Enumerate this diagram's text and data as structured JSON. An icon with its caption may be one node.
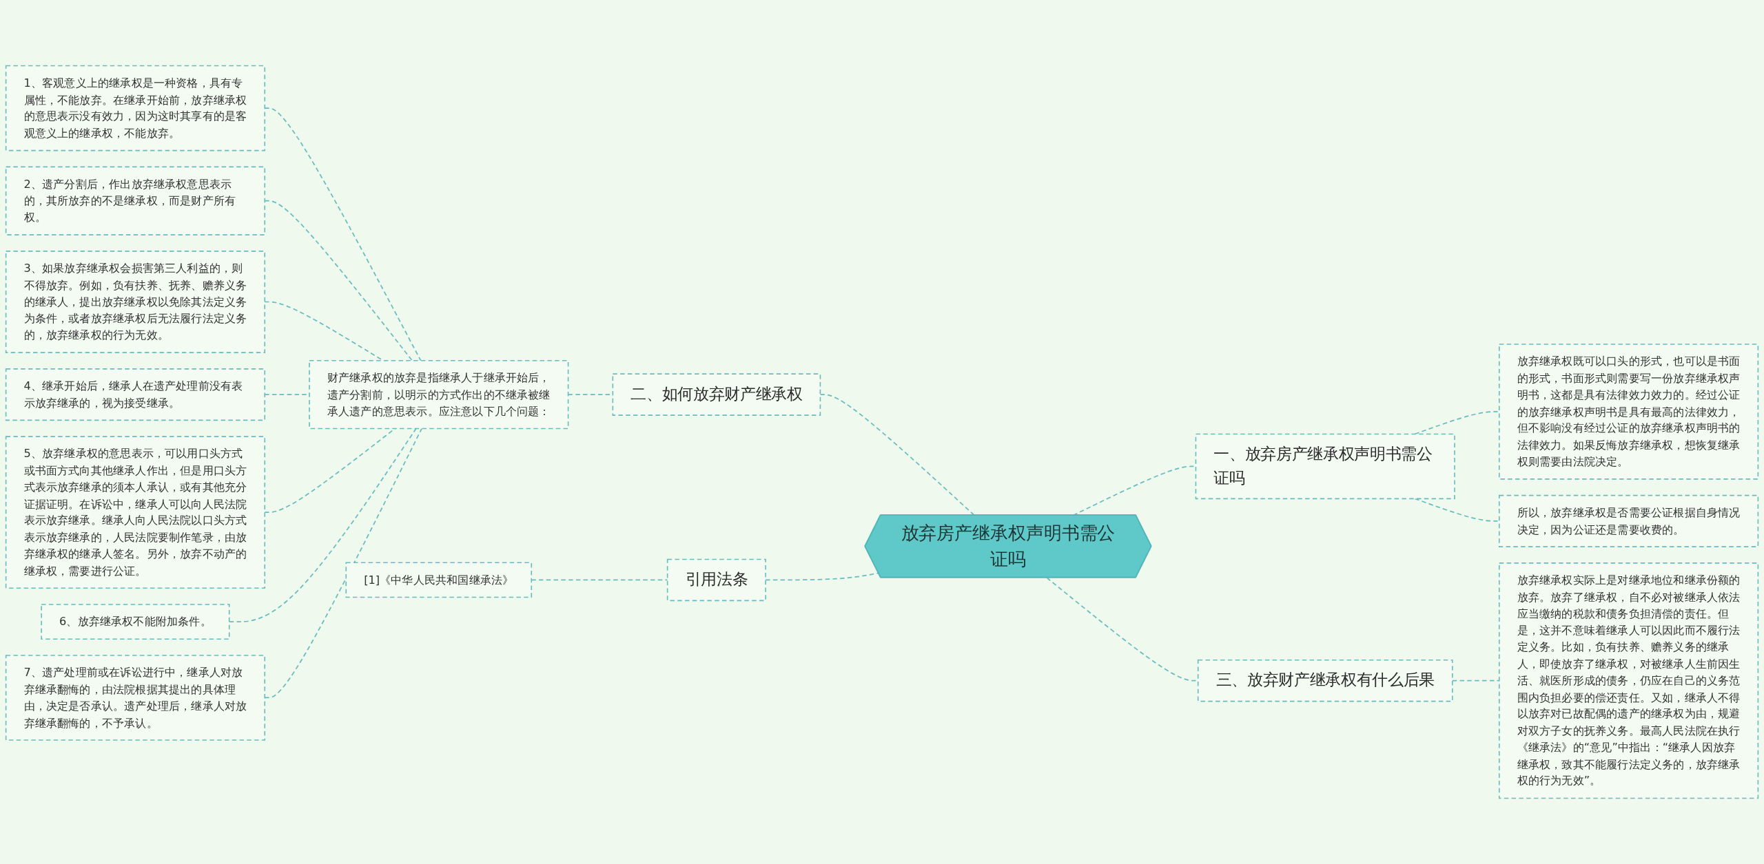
{
  "diagram": {
    "nodes": [
      {
        "text": [
          "放弃房产继承权声明书需公证吗"
        ]
      },
      {
        "text": [
          "二、如何放弃财产继承权"
        ]
      },
      {
        "text": [
          "财产继承权的放弃是指继承人于继承开始后，遗产分割前，以明示的方式作出的不继承被继承人遗产的意思表示。应注意以下几个问题："
        ]
      },
      {
        "text": [
          "1、客观意义上的继承权是一种资格，具有专属性，不能放弃。在继承开始前，放弃继承权的意思表示没有效力，因为这时其享有的是客观意义上的继承权，不能放弃。"
        ]
      },
      {
        "text": [
          "2、遗产分割后，作出放弃继承权意思表示的，其所放弃的不是继承权，而是财产所有权。"
        ]
      },
      {
        "text": [
          "3、如果放弃继承权会损害第三人利益的，则不得放弃。例如，负有扶养、抚养、赡养义务的继承人，提出放弃继承权以免除其法定义务为条件，或者放弃继承权后无法履行法定义务的，放弃继承权的行为无效。"
        ]
      },
      {
        "text": [
          "4、继承开始后，继承人在遗产处理前没有表示放弃继承的，视为接受继承。"
        ]
      },
      {
        "text": [
          "5、放弃继承权的意思表示，可以用口头方式或书面方式向其他继承人作出，但是用口头方式表示放弃继承的须本人承认，或有其他充分证据证明。在诉讼中，继承人可以向人民法院表示放弃继承。继承人向人民法院以口头方式表示放弃继承的，人民法院要制作笔录，由放弃继承权的继承人签名。另外，放弃不动产的继承权，需要进行公证。"
        ]
      },
      {
        "text": [
          "6、放弃继承权不能附加条件。"
        ]
      },
      {
        "text": [
          "7、遗产处理前或在诉讼进行中，继承人对放弃继承翻悔的，由法院根据其提出的具体理由，决定是否承认。遗产处理后，继承人对放弃继承翻悔的，不予承认。"
        ]
      },
      {
        "text": [
          "引用法条"
        ]
      },
      {
        "text": [
          "[1]《中华人民共和国继承法》"
        ]
      },
      {
        "text": [
          "一、放弃房产继承权声明书需公证吗"
        ]
      },
      {
        "text": [
          "放弃继承权既可以口头的形式，也可以是书面的形式，书面形式则需要写一份放弃继承权声明书，这都是具有法律效力效力的。经过公证的放弃继承权声明书是具有最高的法律效力，但不影响没有经过公证的放弃继承权声明书的法律效力。如果反悔放弃继承权，想恢复继承权则需要由法院决定。"
        ]
      },
      {
        "text": [
          "所以，放弃继承权是否需要公证根据自身情况决定，因为公证还是需要收费的。"
        ]
      },
      {
        "text": [
          "三、放弃财产继承权有什么后果"
        ]
      },
      {
        "text": [
          "放弃继承权实际上是对继承地位和继承份额的放弃。放弃了继承权，自不必对被继承人依法应当缴纳的税款和债务负担清偿的责任。但是，这并不意味着继承人可以因此而不履行法定义务。比如，负有扶养、赡养义务的继承人，即使放弃了继承权，对被继承人生前因生活、就医所形成的债务，仍应在自己的义务范围内负担必要的偿还责任。又如，继承人不得以放弃对已故配偶的遗产的继承权为由，规避对双方子女的抚养义务。最高人民法院在执行《继承法》的“意见”中指出：“继承人因放弃继承权，致其不能履行法定义务的，放弃继承权的行为无效”。"
        ]
      }
    ],
    "edges": [
      {
        "from": 1,
        "to": 0,
        "arrow": "none",
        "style": "dashed"
      },
      {
        "from": 2,
        "to": 1,
        "arrow": "none",
        "style": "dashed"
      },
      {
        "from": 3,
        "to": 2,
        "arrow": "none",
        "style": "dashed"
      },
      {
        "from": 4,
        "to": 2,
        "arrow": "none",
        "style": "dashed"
      },
      {
        "from": 5,
        "to": 2,
        "arrow": "none",
        "style": "dashed"
      },
      {
        "from": 6,
        "to": 2,
        "arrow": "none",
        "style": "dashed"
      },
      {
        "from": 7,
        "to": 2,
        "arrow": "none",
        "style": "dashed"
      },
      {
        "from": 8,
        "to": 2,
        "arrow": "none",
        "style": "dashed"
      },
      {
        "from": 9,
        "to": 2,
        "arrow": "none",
        "style": "dashed"
      },
      {
        "from": 10,
        "to": 0,
        "arrow": "none",
        "style": "dashed"
      },
      {
        "from": 11,
        "to": 10,
        "arrow": "none",
        "style": "dashed"
      },
      {
        "from": 0,
        "to": 12,
        "arrow": "none",
        "style": "dashed"
      },
      {
        "from": 12,
        "to": 13,
        "arrow": "none",
        "style": "dashed"
      },
      {
        "from": 12,
        "to": 14,
        "arrow": "none",
        "style": "dashed"
      },
      {
        "from": 0,
        "to": 15,
        "arrow": "none",
        "style": "dashed"
      },
      {
        "from": 15,
        "to": 16,
        "arrow": "none",
        "style": "dashed"
      }
    ]
  }
}
